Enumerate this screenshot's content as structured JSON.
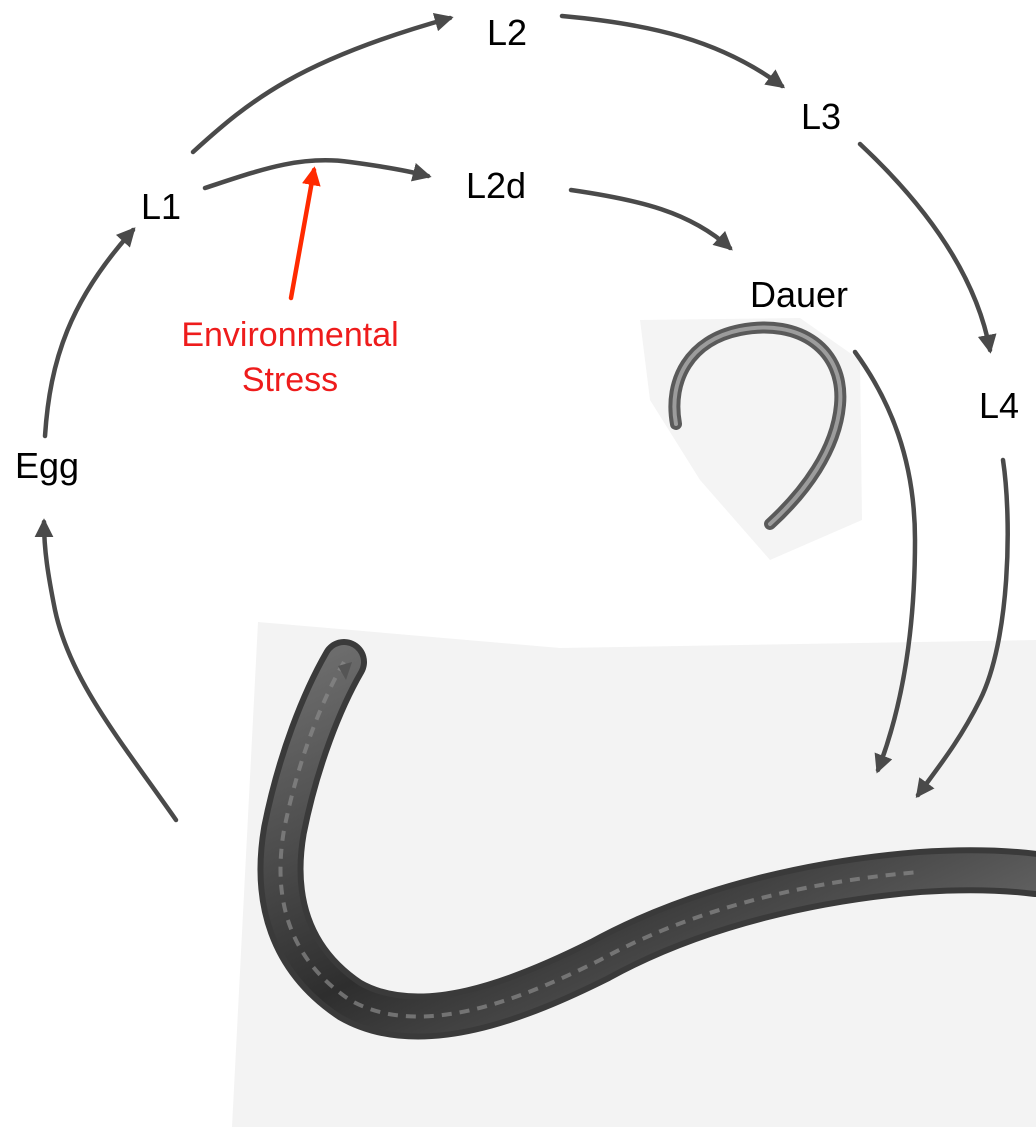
{
  "stages": {
    "egg": "Egg",
    "l1": "L1",
    "l2": "L2",
    "l2d": "L2d",
    "l3": "L3",
    "l4": "L4",
    "dauer": "Dauer"
  },
  "stress": {
    "line1": "Environmental",
    "line2": "Stress"
  },
  "colors": {
    "arrow": "#4a4a4a",
    "stress": "#ee1c1c",
    "stress_arrow": "#ff2a00",
    "worm_body": "#3c3c3c",
    "background": "#ffffff"
  }
}
